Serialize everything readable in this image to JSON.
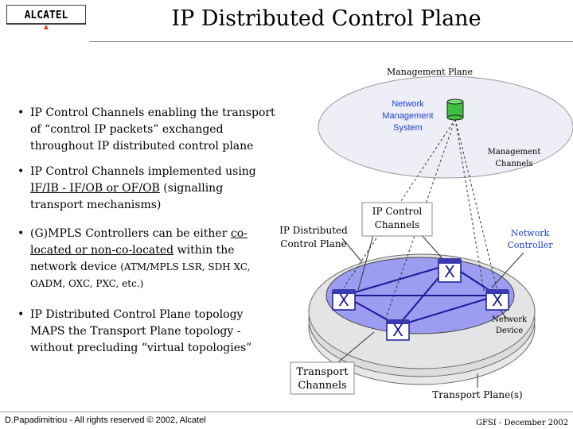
{
  "header": {
    "title": "IP Distributed Control Plane",
    "logo_text": "ALCATEL"
  },
  "bullets": {
    "b1": "IP Control Channels enabling the transport of “control IP packets” exchanged throughout IP distributed control plane",
    "b2_pre": "IP Control Channels implemented using ",
    "b2_ul": "IF/IB - IF/OB or OF/OB",
    "b2_post": " (signalling transport mechanisms)",
    "b3_pre": "(G)MPLS Controllers can be either ",
    "b3_ul": "co-located or non-co-located",
    "b3_mid": " within the network device ",
    "b3_small": "(ATM/MPLS LSR, SDH XC, OADM, OXC, PXC, etc.)",
    "b4": "IP Distributed Control Plane topology MAPS the Transport Plane topology - without precluding “virtual topologies”"
  },
  "diagram": {
    "management_plane": "Management Plane",
    "nms": "Network Management System",
    "management_channels": "Management Channels",
    "ip_control_channels": "IP Control Channels",
    "ip_distributed_control_plane": "IP Distributed Control Plane",
    "network_controller": "Network Controller",
    "network_device": "Network Device",
    "transport_channels": "Transport Channels",
    "transport_plane": "Transport Plane(s)"
  },
  "footer": {
    "copyright": "D.Papadimitriou - All rights reserved © 2002, Alcatel",
    "event": "GFSI - December 2002"
  },
  "colors": {
    "accent_orange": "#e0401a",
    "label_blue": "#1a3fd8",
    "plane_fill": "#eeeef6",
    "ring_fill": "#9c9cf0"
  }
}
